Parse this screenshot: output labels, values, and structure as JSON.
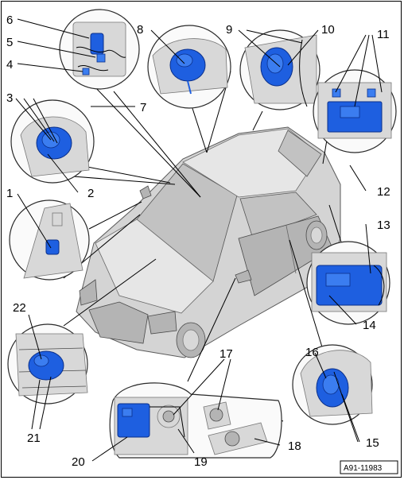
{
  "callouts": [
    "1",
    "2",
    "3",
    "4",
    "5",
    "6",
    "7",
    "8",
    "9",
    "10",
    "11",
    "12",
    "13",
    "14",
    "15",
    "16",
    "17",
    "18",
    "19",
    "20",
    "21",
    "22"
  ],
  "reference_code": "A91-11983",
  "colors": {
    "highlight": "#1e5fe0",
    "body": "#d4d4d4",
    "line": "#000000"
  }
}
